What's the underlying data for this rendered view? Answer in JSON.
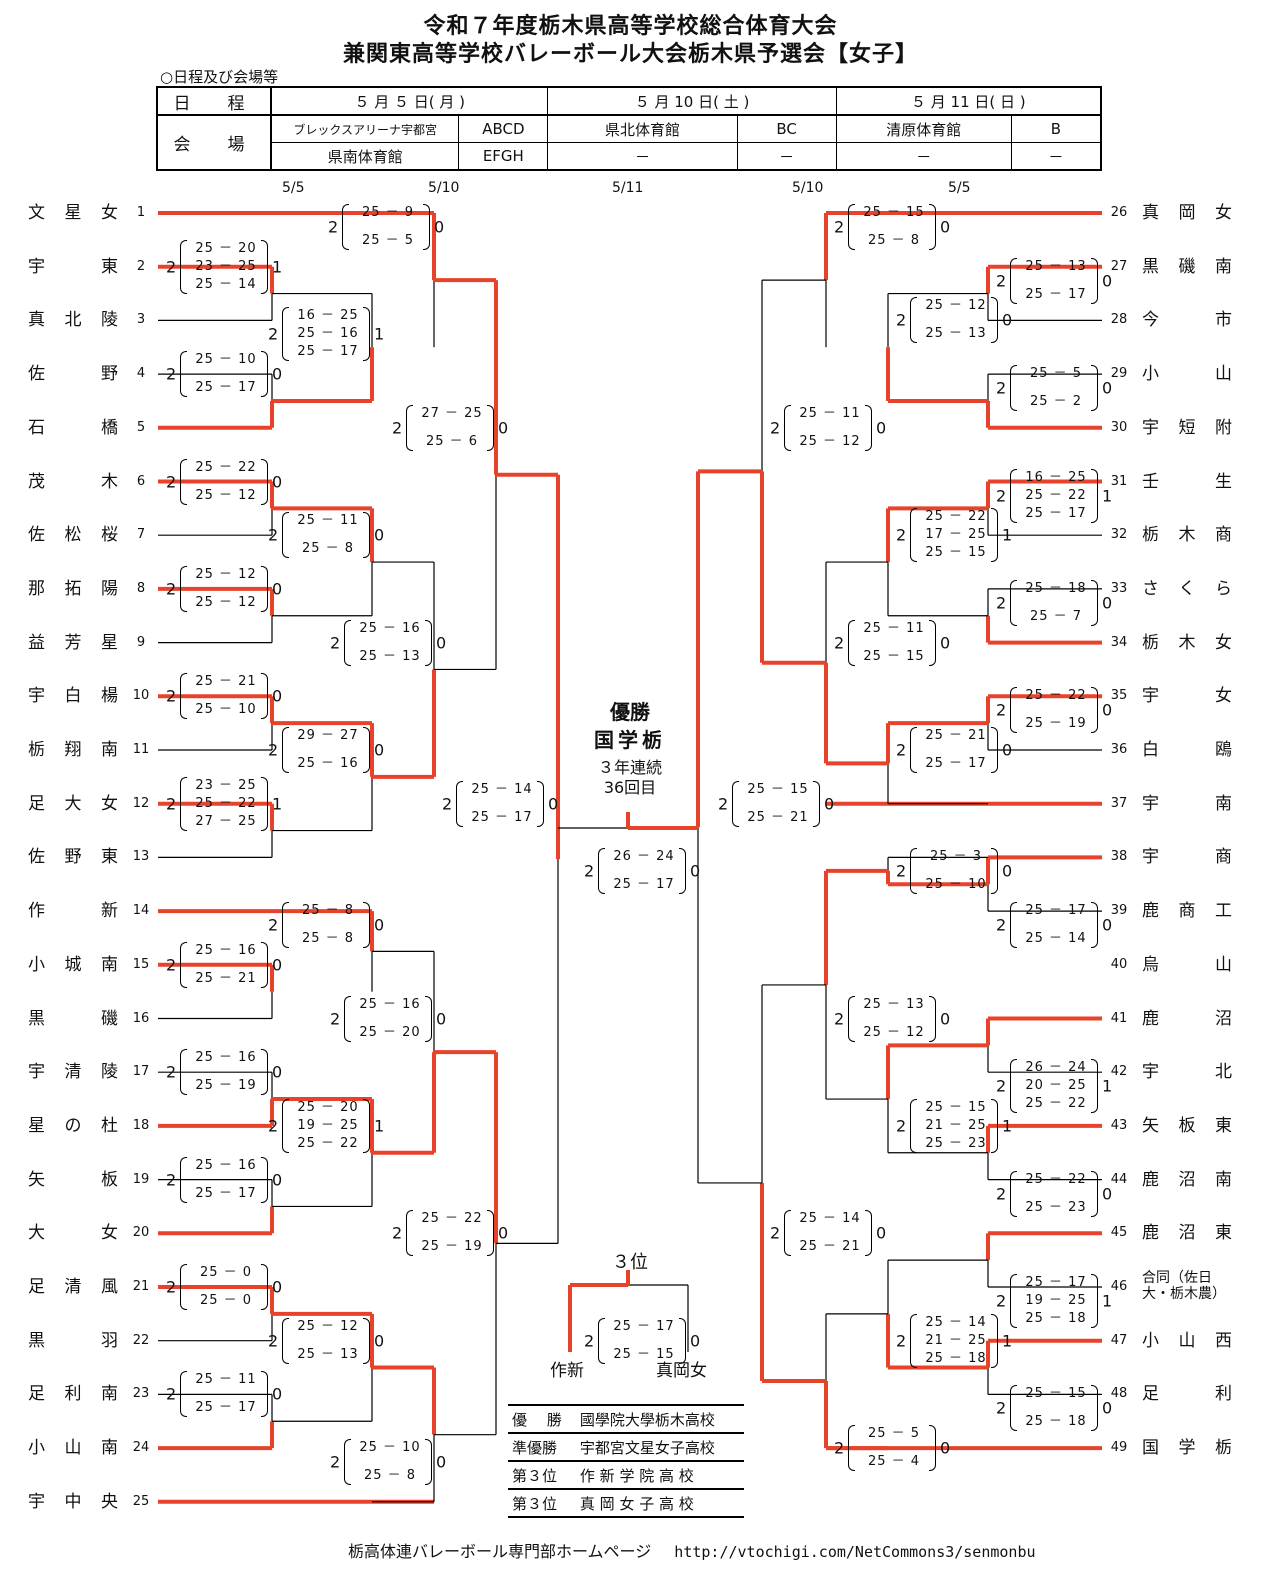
{
  "title_line1": "令和７年度栃木県高等学校総合体育大会",
  "title_line2": "兼関東高等学校バレーボール大会栃木県予選会【女子】",
  "schedule_label": "○日程及び会場等",
  "schedule": {
    "row_label_date": "日　程",
    "row_label_venue": "会　場",
    "day1": "５ 月 ５ 日( 月 )",
    "day2": "５ 月 10 日( 土 )",
    "day3": "５ 月 11 日( 日 )",
    "v1a": "ブレックスアリーナ宇都宮",
    "c1a": "ABCD",
    "v1b": "県南体育館",
    "c1b": "EFGH",
    "v2a": "県北体育館",
    "c2a": "BC",
    "v2b": "－",
    "c2b": "－",
    "v3a": "清原体育館",
    "c3a": "B",
    "v3b": "－",
    "c3b": "－"
  },
  "round_dates": [
    "5/5",
    "5/10",
    "5/11",
    "5/10",
    "5/5"
  ],
  "left_teams": [
    {
      "no": "1",
      "name": "文星女"
    },
    {
      "no": "2",
      "name": "宇東"
    },
    {
      "no": "3",
      "name": "真北陵"
    },
    {
      "no": "4",
      "name": "佐野"
    },
    {
      "no": "5",
      "name": "石橋"
    },
    {
      "no": "6",
      "name": "茂木"
    },
    {
      "no": "7",
      "name": "佐松桜"
    },
    {
      "no": "8",
      "name": "那拓陽"
    },
    {
      "no": "9",
      "name": "益芳星"
    },
    {
      "no": "10",
      "name": "宇白楊"
    },
    {
      "no": "11",
      "name": "栃翔南"
    },
    {
      "no": "12",
      "name": "足大女"
    },
    {
      "no": "13",
      "name": "佐野東"
    },
    {
      "no": "14",
      "name": "作新"
    },
    {
      "no": "15",
      "name": "小城南"
    },
    {
      "no": "16",
      "name": "黒磯"
    },
    {
      "no": "17",
      "name": "宇清陵"
    },
    {
      "no": "18",
      "name": "星の杜"
    },
    {
      "no": "19",
      "name": "矢板"
    },
    {
      "no": "20",
      "name": "大女"
    },
    {
      "no": "21",
      "name": "足清風"
    },
    {
      "no": "22",
      "name": "黒羽"
    },
    {
      "no": "23",
      "name": "足利南"
    },
    {
      "no": "24",
      "name": "小山南"
    },
    {
      "no": "25",
      "name": "宇中央"
    }
  ],
  "right_teams": [
    {
      "no": "26",
      "name": "真岡女"
    },
    {
      "no": "27",
      "name": "黒磯南"
    },
    {
      "no": "28",
      "name": "今市"
    },
    {
      "no": "29",
      "name": "小山"
    },
    {
      "no": "30",
      "name": "宇短附"
    },
    {
      "no": "31",
      "name": "壬生"
    },
    {
      "no": "32",
      "name": "栃木商"
    },
    {
      "no": "33",
      "name": "さくら"
    },
    {
      "no": "34",
      "name": "栃木女"
    },
    {
      "no": "35",
      "name": "宇女"
    },
    {
      "no": "36",
      "name": "白鴎"
    },
    {
      "no": "37",
      "name": "宇南"
    },
    {
      "no": "38",
      "name": "宇商"
    },
    {
      "no": "39",
      "name": "鹿商工"
    },
    {
      "no": "40",
      "name": "烏山"
    },
    {
      "no": "41",
      "name": "鹿沼"
    },
    {
      "no": "42",
      "name": "宇北"
    },
    {
      "no": "43",
      "name": "矢板東"
    },
    {
      "no": "44",
      "name": "鹿沼南"
    },
    {
      "no": "45",
      "name": "鹿沼東"
    },
    {
      "no": "46",
      "name": "合同（佐日大・栃木農）"
    },
    {
      "no": "47",
      "name": "小山西"
    },
    {
      "no": "48",
      "name": "足利"
    },
    {
      "no": "49",
      "name": "国学栃"
    }
  ],
  "scores": [
    {
      "w": "2",
      "l": "1",
      "sets": [
        "25 － 20",
        "23 － 25",
        "25 － 14"
      ]
    },
    {
      "w": "2",
      "l": "0",
      "sets": [
        "25 － 10",
        "25 － 17"
      ]
    },
    {
      "w": "2",
      "l": "0",
      "sets": [
        "25 － 22",
        "25 － 12"
      ]
    },
    {
      "w": "2",
      "l": "0",
      "sets": [
        "25 － 12",
        "25 － 12"
      ]
    },
    {
      "w": "2",
      "l": "0",
      "sets": [
        "25 － 21",
        "25 － 10"
      ]
    },
    {
      "w": "2",
      "l": "1",
      "sets": [
        "23 － 25",
        "25 － 22",
        "27 － 25"
      ]
    },
    {
      "w": "2",
      "l": "0",
      "sets": [
        "25 － 16",
        "25 － 21"
      ]
    },
    {
      "w": "2",
      "l": "0",
      "sets": [
        "25 － 16",
        "25 － 19"
      ]
    },
    {
      "w": "2",
      "l": "0",
      "sets": [
        "25 － 16",
        "25 － 17"
      ]
    },
    {
      "w": "2",
      "l": "0",
      "sets": [
        "25 － 0",
        "25 － 0"
      ]
    },
    {
      "w": "2",
      "l": "0",
      "sets": [
        "25 － 11",
        "25 － 17"
      ]
    },
    {
      "w": "2",
      "l": "0",
      "sets": [
        "25 － 9",
        "25 － 5"
      ]
    },
    {
      "w": "2",
      "l": "1",
      "sets": [
        "16 － 25",
        "25 － 16",
        "25 － 17"
      ]
    },
    {
      "w": "2",
      "l": "0",
      "sets": [
        "25 － 11",
        "25 － 8"
      ]
    },
    {
      "w": "2",
      "l": "0",
      "sets": [
        "29 － 27",
        "25 － 16"
      ]
    },
    {
      "w": "2",
      "l": "0",
      "sets": [
        "25 － 8",
        "25 － 8"
      ]
    },
    {
      "w": "2",
      "l": "1",
      "sets": [
        "25 － 20",
        "19 － 25",
        "25 － 22"
      ]
    },
    {
      "w": "2",
      "l": "0",
      "sets": [
        "25 － 12",
        "25 － 13"
      ]
    },
    {
      "w": "2",
      "l": "0",
      "sets": [
        "25 － 10",
        "25 － 8"
      ]
    },
    {
      "w": "2",
      "l": "0",
      "sets": [
        "27 － 25",
        "25 － 6"
      ]
    },
    {
      "w": "2",
      "l": "0",
      "sets": [
        "25 － 16",
        "25 － 13"
      ]
    },
    {
      "w": "2",
      "l": "0",
      "sets": [
        "25 － 16",
        "25 － 20"
      ]
    },
    {
      "w": "2",
      "l": "0",
      "sets": [
        "25 － 22",
        "25 － 19"
      ]
    },
    {
      "w": "2",
      "l": "0",
      "sets": [
        "25 － 14",
        "25 － 17"
      ]
    },
    {
      "w": "2",
      "l": "0",
      "sets": [
        "25 － 13",
        "25 － 17"
      ]
    },
    {
      "w": "2",
      "l": "0",
      "sets": [
        "25 － 5",
        "25 － 2"
      ]
    },
    {
      "w": "2",
      "l": "1",
      "sets": [
        "16 － 25",
        "25 － 22",
        "25 － 17"
      ]
    },
    {
      "w": "2",
      "l": "0",
      "sets": [
        "25 － 18",
        "25 － 7"
      ]
    },
    {
      "w": "2",
      "l": "0",
      "sets": [
        "25 － 22",
        "25 － 19"
      ]
    },
    {
      "w": "2",
      "l": "0",
      "sets": [
        "25 － 17",
        "25 － 14"
      ]
    },
    {
      "w": "2",
      "l": "1",
      "sets": [
        "26 － 24",
        "20 － 25",
        "25 － 22"
      ]
    },
    {
      "w": "2",
      "l": "0",
      "sets": [
        "25 － 22",
        "25 － 23"
      ]
    },
    {
      "w": "2",
      "l": "1",
      "sets": [
        "25 － 17",
        "19 － 25",
        "25 － 18"
      ]
    },
    {
      "w": "2",
      "l": "0",
      "sets": [
        "25 － 15",
        "25 － 18"
      ]
    },
    {
      "w": "2",
      "l": "0",
      "sets": [
        "25 － 15",
        "25 － 8"
      ]
    },
    {
      "w": "2",
      "l": "0",
      "sets": [
        "25 － 12",
        "25 － 13"
      ]
    },
    {
      "w": "2",
      "l": "1",
      "sets": [
        "25 － 22",
        "17 － 25",
        "25 － 15"
      ]
    },
    {
      "w": "2",
      "l": "0",
      "sets": [
        "25 － 21",
        "25 － 17"
      ]
    },
    {
      "w": "2",
      "l": "0",
      "sets": [
        "25 － 3",
        "25 － 10"
      ]
    },
    {
      "w": "2",
      "l": "1",
      "sets": [
        "25 － 15",
        "21 － 25",
        "25 － 23"
      ]
    },
    {
      "w": "2",
      "l": "1",
      "sets": [
        "25 － 14",
        "21 － 25",
        "25 － 18"
      ]
    },
    {
      "w": "2",
      "l": "0",
      "sets": [
        "25 － 5",
        "25 － 4"
      ]
    },
    {
      "w": "2",
      "l": "0",
      "sets": [
        "25 － 11",
        "25 － 12"
      ]
    },
    {
      "w": "2",
      "l": "0",
      "sets": [
        "25 － 11",
        "25 － 15"
      ]
    },
    {
      "w": "2",
      "l": "0",
      "sets": [
        "25 － 13",
        "25 － 12"
      ]
    },
    {
      "w": "2",
      "l": "0",
      "sets": [
        "25 － 14",
        "25 － 21"
      ]
    },
    {
      "w": "2",
      "l": "0",
      "sets": [
        "25 － 15",
        "25 － 21"
      ]
    },
    {
      "w": "2",
      "l": "0",
      "sets": [
        "26 － 24",
        "25 － 17"
      ]
    },
    {
      "w": "2",
      "l": "0",
      "sets": [
        "25 － 17",
        "25 － 15"
      ]
    }
  ],
  "champion_label": "優勝",
  "champion_team": "国学栃",
  "streak1": "３年連続",
  "streak2": "36回目",
  "third_label": "３位",
  "third_left": "作新",
  "third_right": "真岡女",
  "results": [
    {
      "rank": "優　 勝",
      "school": "國學院大學栃木高校"
    },
    {
      "rank": "準優勝",
      "school": "宇都宮文星女子高校"
    },
    {
      "rank": "第３位",
      "school": "作 新 学 院 高 校"
    },
    {
      "rank": "第３位",
      "school": "真 岡 女 子 高 校"
    }
  ],
  "footer_text": "栃高体連バレーボール専門部ホームページ",
  "footer_url": "http://vtochigi.com/NetCommons3/senmonbu",
  "colors": {
    "win": "#e8432a",
    "line": "#000000"
  }
}
